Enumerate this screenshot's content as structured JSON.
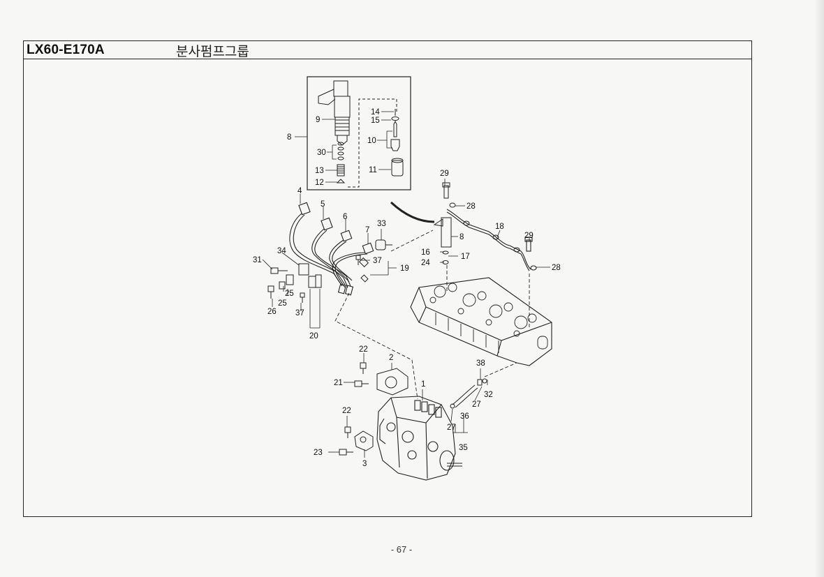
{
  "header": {
    "model": "LX60-E170A",
    "group_title": "분사펌프그룹"
  },
  "footer": {
    "page_number": "- 67 -"
  },
  "callouts": [
    "1",
    "2",
    "3",
    "4",
    "5",
    "6",
    "7",
    "8",
    "8",
    "9",
    "10",
    "11",
    "12",
    "13",
    "14",
    "15",
    "16",
    "17",
    "18",
    "19",
    "20",
    "21",
    "22",
    "22",
    "23",
    "24",
    "25",
    "25",
    "26",
    "27",
    "27",
    "28",
    "28",
    "29",
    "29",
    "30",
    "31",
    "32",
    "33",
    "34",
    "35",
    "36",
    "37",
    "37",
    "38"
  ]
}
